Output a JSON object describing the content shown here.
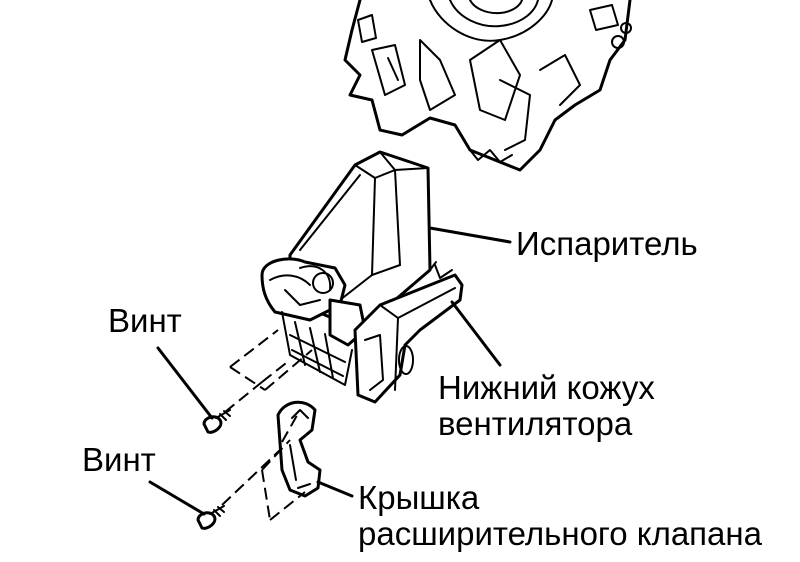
{
  "labels": {
    "evaporator": "Испаритель",
    "screw_top": "Винт",
    "screw_bottom": "Винт",
    "lower_fan_housing": [
      "Нижний кожух",
      "вентилятора"
    ],
    "expansion_valve_cover": [
      "Крышка",
      "расширительного клапана"
    ]
  }
}
